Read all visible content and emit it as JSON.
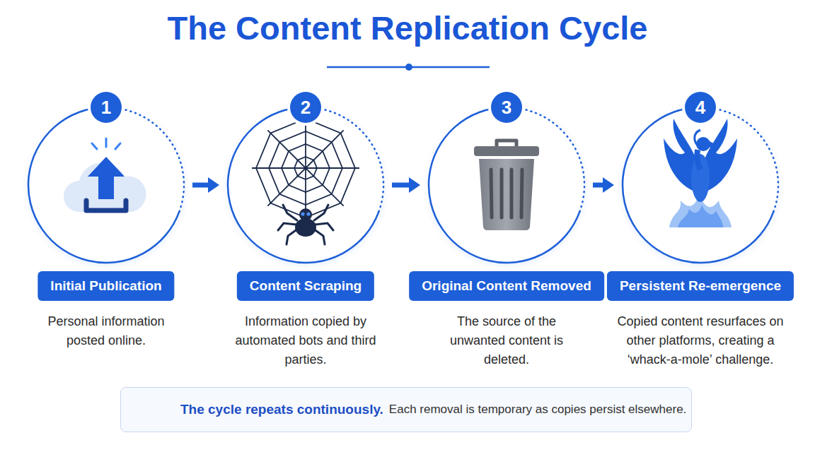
{
  "diagram": {
    "title": "The Content Replication Cycle",
    "nodes": [
      {
        "text": [
          "1",
          "Initial Publication",
          "Personal information posted online."
        ]
      },
      {
        "text": [
          "2",
          "Content Scraping",
          "Information copied by automated bots and third parties."
        ]
      },
      {
        "text": [
          "3",
          "Original Content Removed",
          "The source of the unwanted content is deleted."
        ]
      },
      {
        "text": [
          "4",
          "Persistent Re-emergence",
          "Copied content resurfaces on other platforms, creating a ‘whack-a-mole’ challenge."
        ]
      },
      {
        "text": [
          "The cycle repeats continuously.",
          "Each removal is temporary as copies persist elsewhere."
        ]
      }
    ],
    "edges": [
      {
        "from": 0,
        "to": 1,
        "arrow": "to"
      },
      {
        "from": 1,
        "to": 2,
        "arrow": "to"
      },
      {
        "from": 2,
        "to": 3,
        "arrow": "to"
      }
    ]
  }
}
